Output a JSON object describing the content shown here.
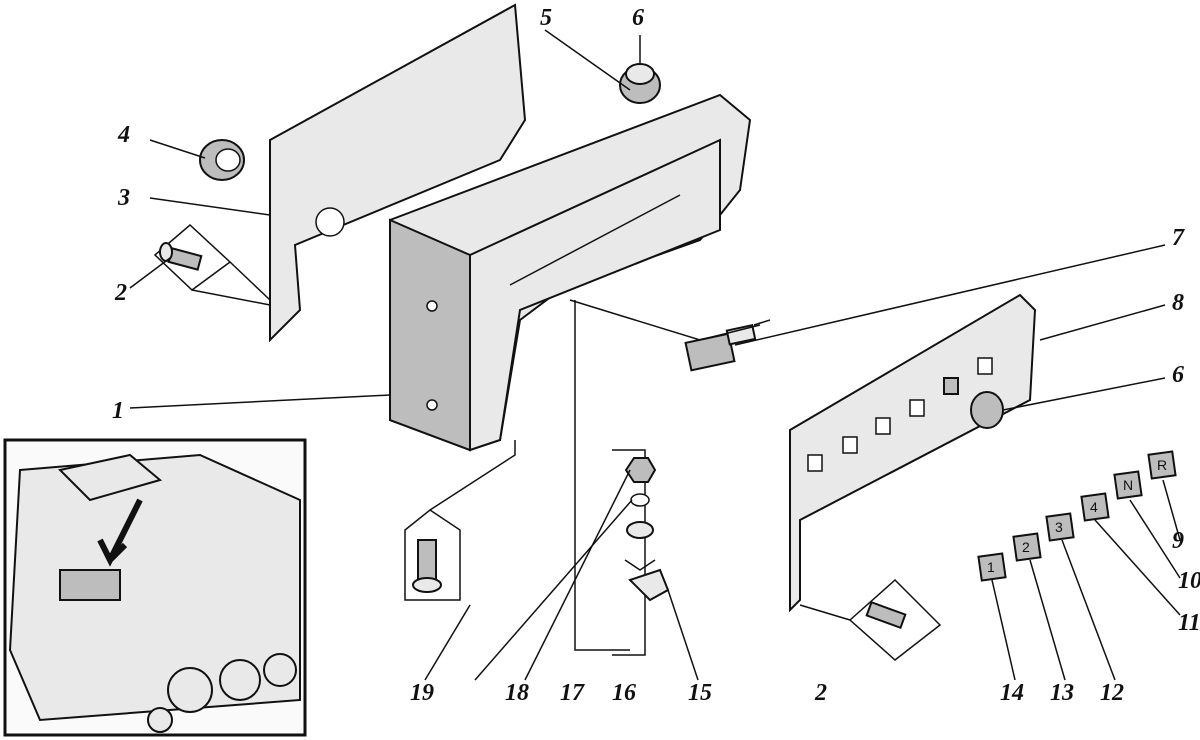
{
  "callouts": {
    "c1": "1",
    "c2a": "2",
    "c2b": "2",
    "c3": "3",
    "c4": "4",
    "c5": "5",
    "c6a": "6",
    "c6b": "6",
    "c7": "7",
    "c8": "8",
    "c9": "9",
    "c10": "10",
    "c11": "11",
    "c12": "12",
    "c13": "13",
    "c14": "14",
    "c15": "15",
    "c16": "16",
    "c17": "17",
    "c18": "18",
    "c19": "19"
  },
  "switch_keys": [
    "1",
    "2",
    "3",
    "4",
    "N",
    "R"
  ]
}
